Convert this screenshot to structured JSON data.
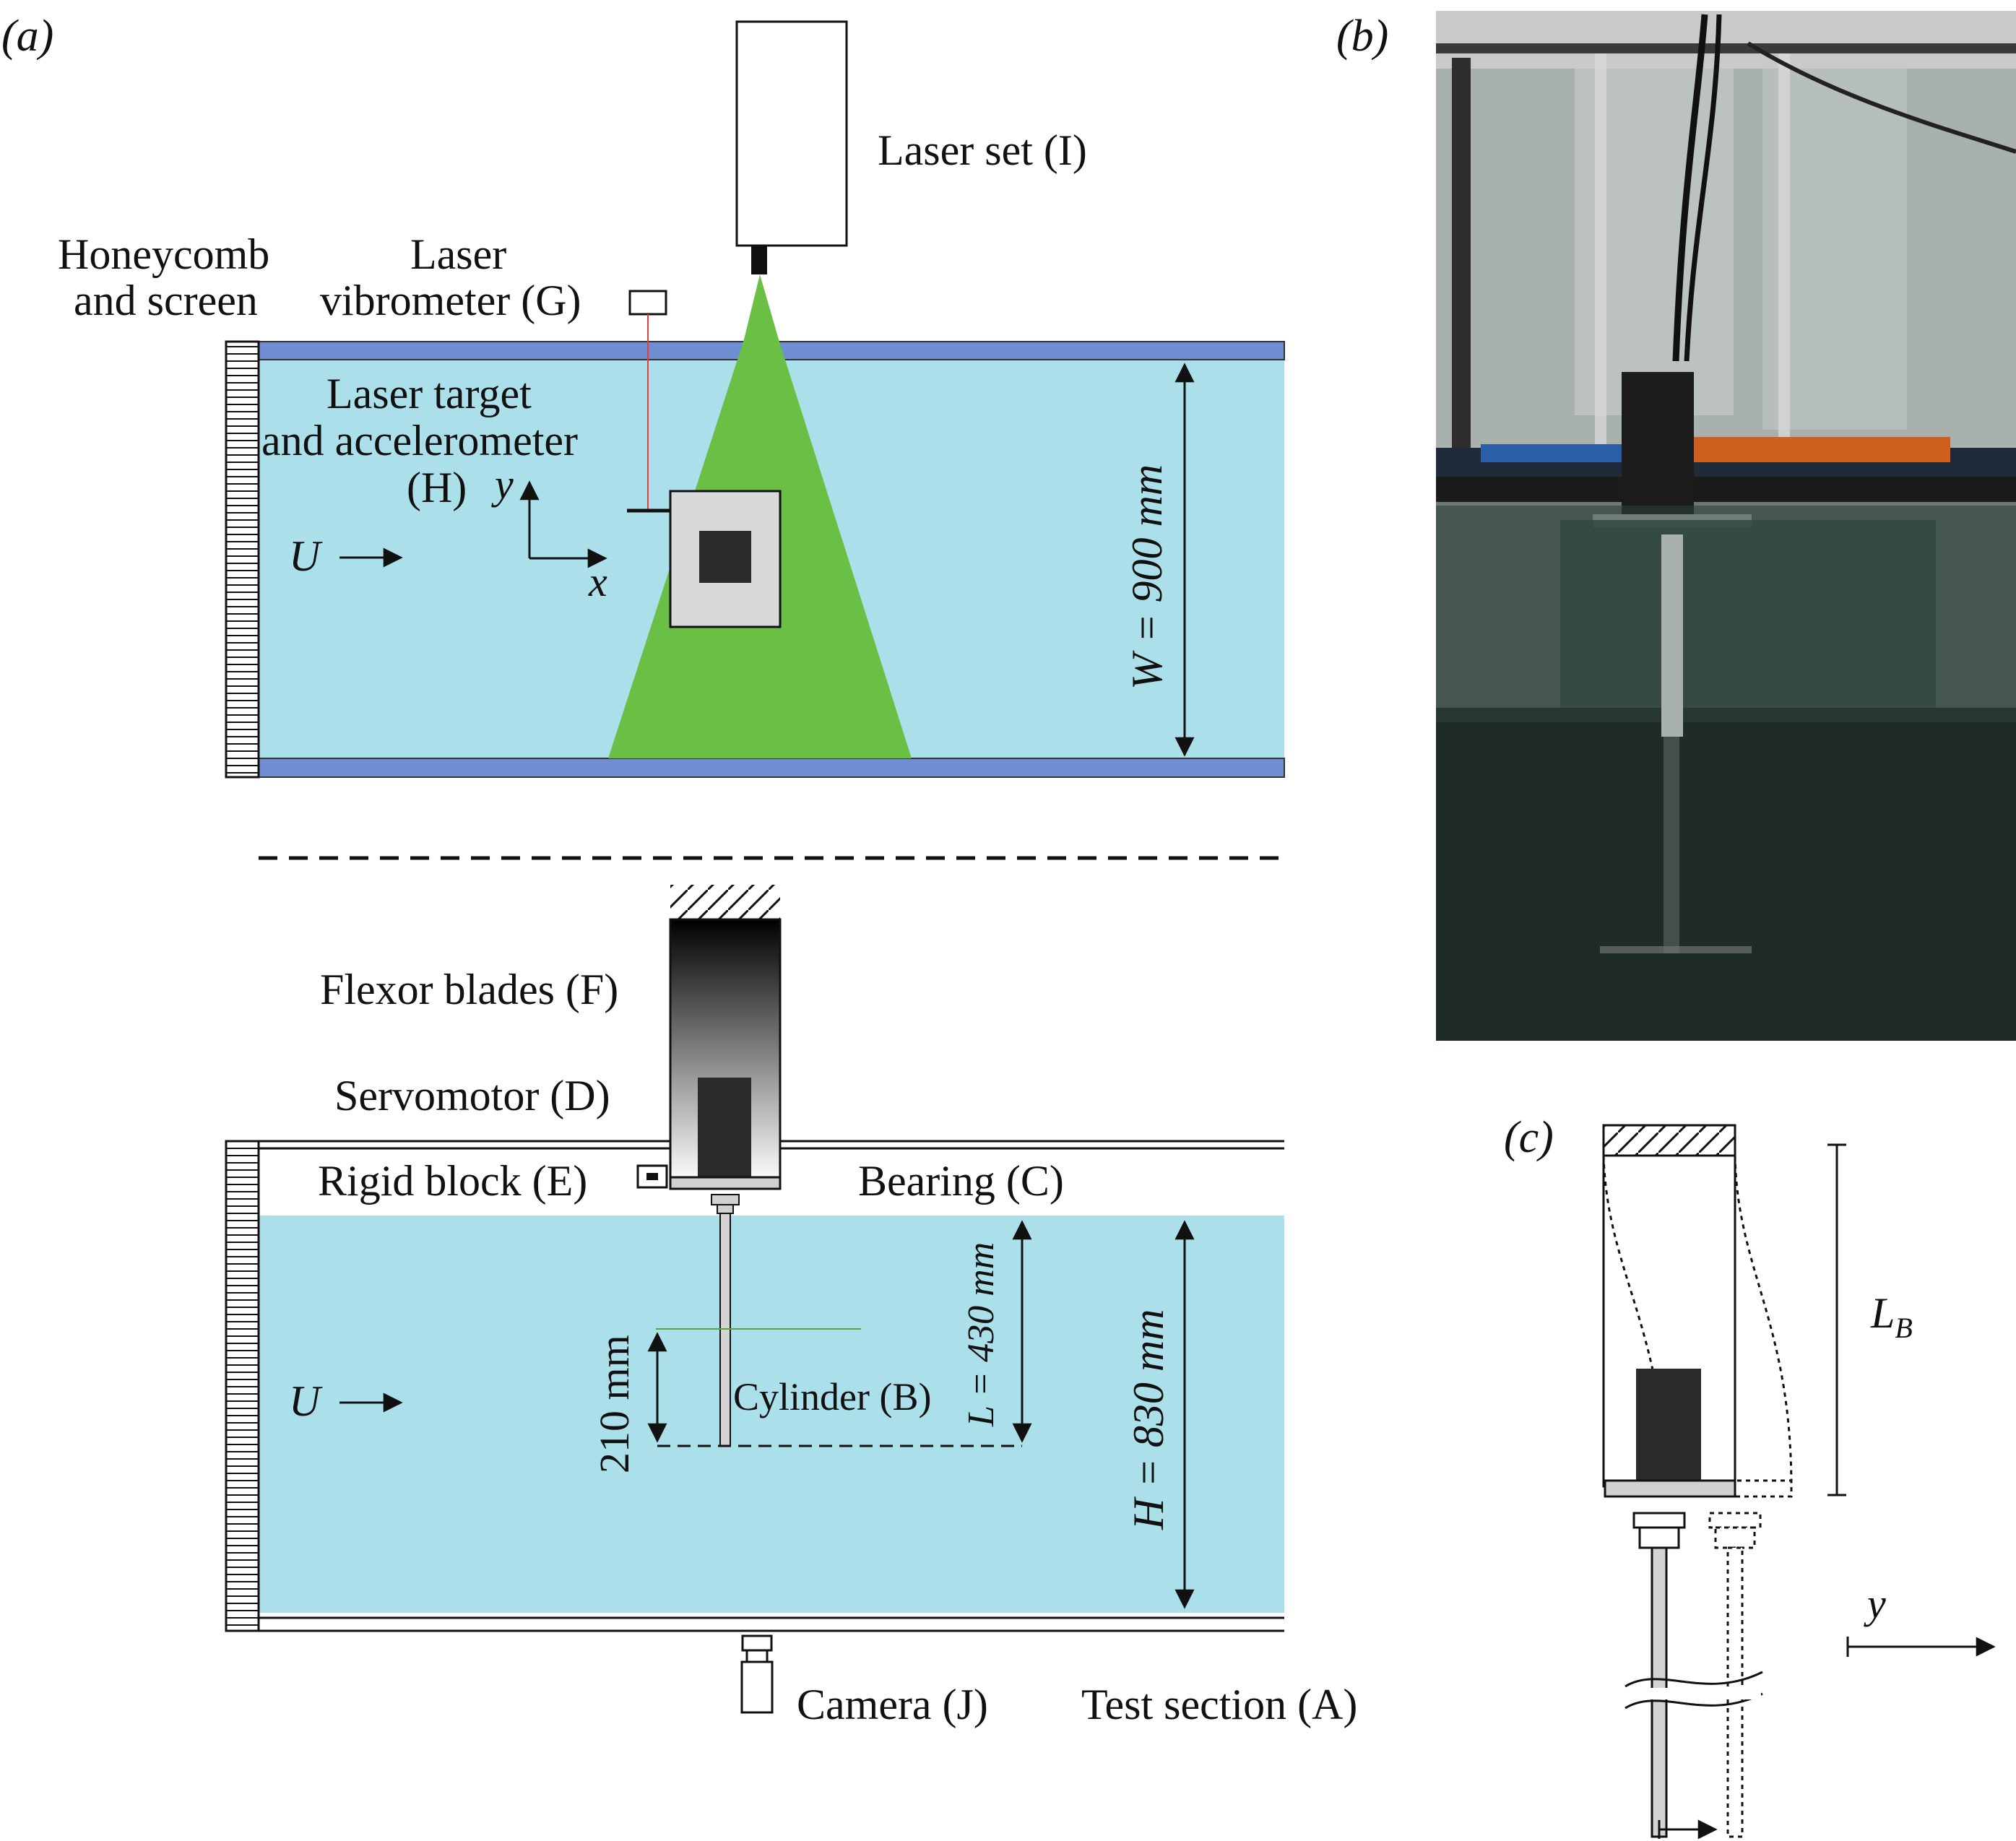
{
  "panels": {
    "a": "(a)",
    "b": "(b)",
    "c": "(c)"
  },
  "labels": {
    "laser_set": "Laser set (I)",
    "honeycomb_1": "Honeycomb",
    "honeycomb_2": "and screen",
    "vibrometer_1": "Laser",
    "vibrometer_2": "vibrometer (G)",
    "target_1": "Laser target",
    "target_2": "and accelerometer",
    "target_3": "(H)",
    "axis_y": "y",
    "axis_x": "x",
    "flow_u": "U",
    "width_dim": "W = 900 mm",
    "flexor": "Flexor blades (F)",
    "servomotor": "Servomotor (D)",
    "rigid_block": "Rigid block (E)",
    "bearing": "Bearing (C)",
    "length_dim": "L = 430 mm",
    "depth_dim": "210 mm",
    "cylinder": "Cylinder (B)",
    "height_dim": "H = 830 mm",
    "camera": "Camera (J)",
    "test_section": "Test section (A)",
    "blade_length": "L",
    "blade_length_sub": "B",
    "axis_y_c": "y"
  },
  "colors": {
    "water": "#abdfe9",
    "wall": "#6f8fd2",
    "laser_sheet": "#6abf45",
    "cylinder": "#d4d4d4",
    "servomotor": "#2b2b2b"
  }
}
